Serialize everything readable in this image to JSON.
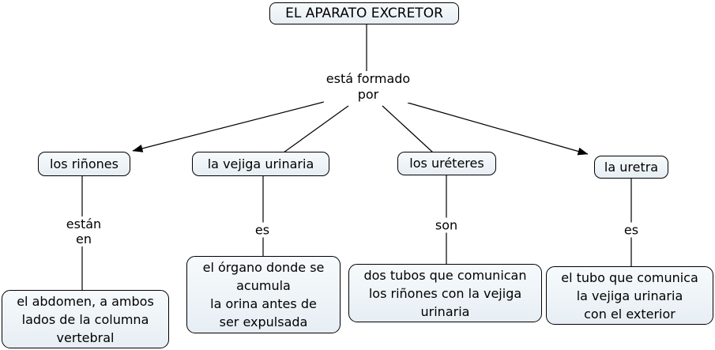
{
  "map": {
    "root": "EL APARATO EXCRETOR",
    "links": {
      "formado_por": "está formado\npor",
      "rinones": "están\nen",
      "vejiga": "es",
      "ureteres": "son",
      "uretra": "es"
    },
    "concepts": {
      "rinones": "los riñones",
      "vejiga": "la vejiga urinaria",
      "ureteres": "los uréteres",
      "uretra": "la uretra"
    },
    "details": {
      "rinones": "el abdomen, a ambos\nlados de la columna\nvertebral",
      "vejiga": "el órgano donde se\nacumula\nla orina antes de\nser expulsada",
      "ureteres": "dos tubos que comunican\nlos riñones con la vejiga\nurinaria",
      "uretra": "el tubo que comunica\nla vejiga urinaria\ncon el exterior"
    },
    "colors": {
      "background": "#ffffff",
      "node_fill_top": "#f6fafc",
      "node_fill_bottom": "#e7eef4",
      "node_border": "#000000",
      "connector": "#000000",
      "text": "#000000"
    }
  }
}
